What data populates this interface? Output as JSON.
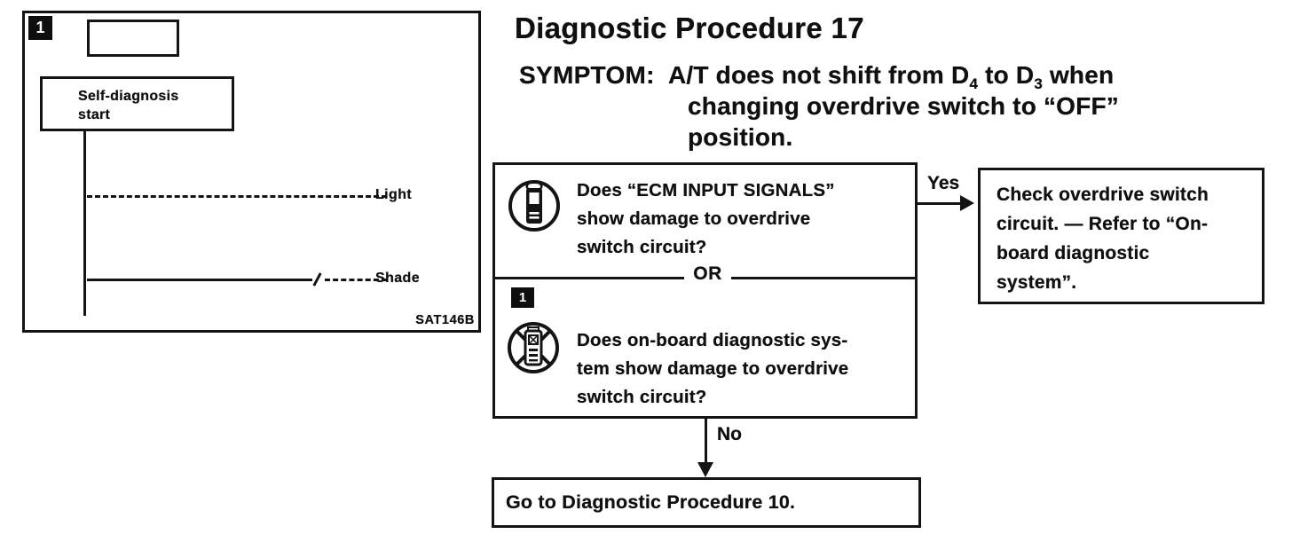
{
  "figure": {
    "marker_label": "1",
    "start_box_line1": "Self-diagnosis",
    "start_box_line2": "start",
    "light_label": "Light",
    "shade_label": "Shade",
    "code": "SAT146B"
  },
  "header": {
    "title": "Diagnostic Procedure 17",
    "symptom_label": "SYMPTOM:",
    "symptom_l1a": "A/T does not shift from D",
    "symptom_l1_sub1": "4",
    "symptom_l1b": " to D",
    "symptom_l1_sub2": "3",
    "symptom_l1c": " when",
    "symptom_line2": "changing overdrive switch to “OFF”",
    "symptom_line3": "position."
  },
  "flowchart": {
    "question_marker": "1",
    "q1_lines": [
      "Does “ECM INPUT SIGNALS”",
      "show damage to overdrive",
      "switch circuit?"
    ],
    "or_label": "OR",
    "q2_lines": [
      "Does on-board diagnostic sys-",
      "tem show damage to overdrive",
      "switch circuit?"
    ],
    "yes_label": "Yes",
    "no_label": "No",
    "action_lines": [
      "Check overdrive switch",
      "circuit. — Refer to “On-",
      "board diagnostic",
      "system”."
    ],
    "goto_text": "Go to Diagnostic Procedure 10.",
    "icons": {
      "consult": "consult-tool-icon",
      "no_consult": "no-consult-tool-icon"
    }
  }
}
